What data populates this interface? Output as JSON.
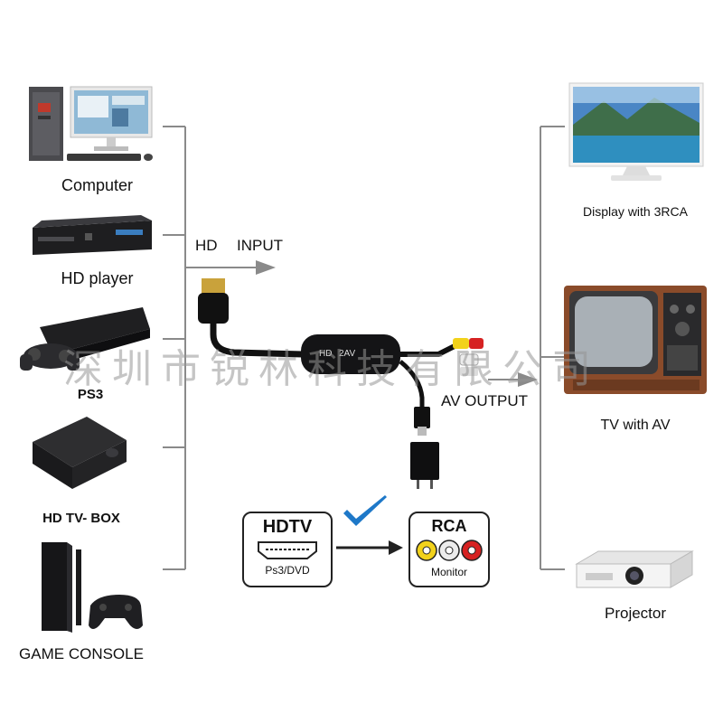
{
  "colors": {
    "line": "#8a8a8a",
    "check": "#1e78c8",
    "rca_yellow": "#f2d21b",
    "rca_white": "#ececec",
    "rca_red": "#d62222"
  },
  "inputs": [
    {
      "label": "Computer",
      "icon": "computer-icon"
    },
    {
      "label": "HD player",
      "icon": "blu-ray-player-icon"
    },
    {
      "label": "PS3",
      "icon": "ps3-console-icon"
    },
    {
      "label": "HD TV- BOX",
      "icon": "tv-box-icon"
    },
    {
      "label": "GAME CONSOLE",
      "icon": "ps4-console-icon"
    }
  ],
  "outputs": [
    {
      "label": "Display with 3RCA",
      "icon": "monitor-display-icon"
    },
    {
      "label": "TV with AV",
      "icon": "crt-tv-icon"
    },
    {
      "label": "Projector",
      "icon": "projector-icon"
    }
  ],
  "flow": {
    "input_hd": "HD",
    "input_label": "INPUT",
    "output_label": "AV OUTPUT"
  },
  "converter": {
    "label_hd": "HD",
    "label_2av": "2AV"
  },
  "hdtv_badge": {
    "title": "HDTV",
    "subtitle": "Ps3/DVD"
  },
  "rca_badge": {
    "title": "RCA",
    "subtitle": "Monitor"
  },
  "watermark": "深圳市锐林科技有限公司"
}
